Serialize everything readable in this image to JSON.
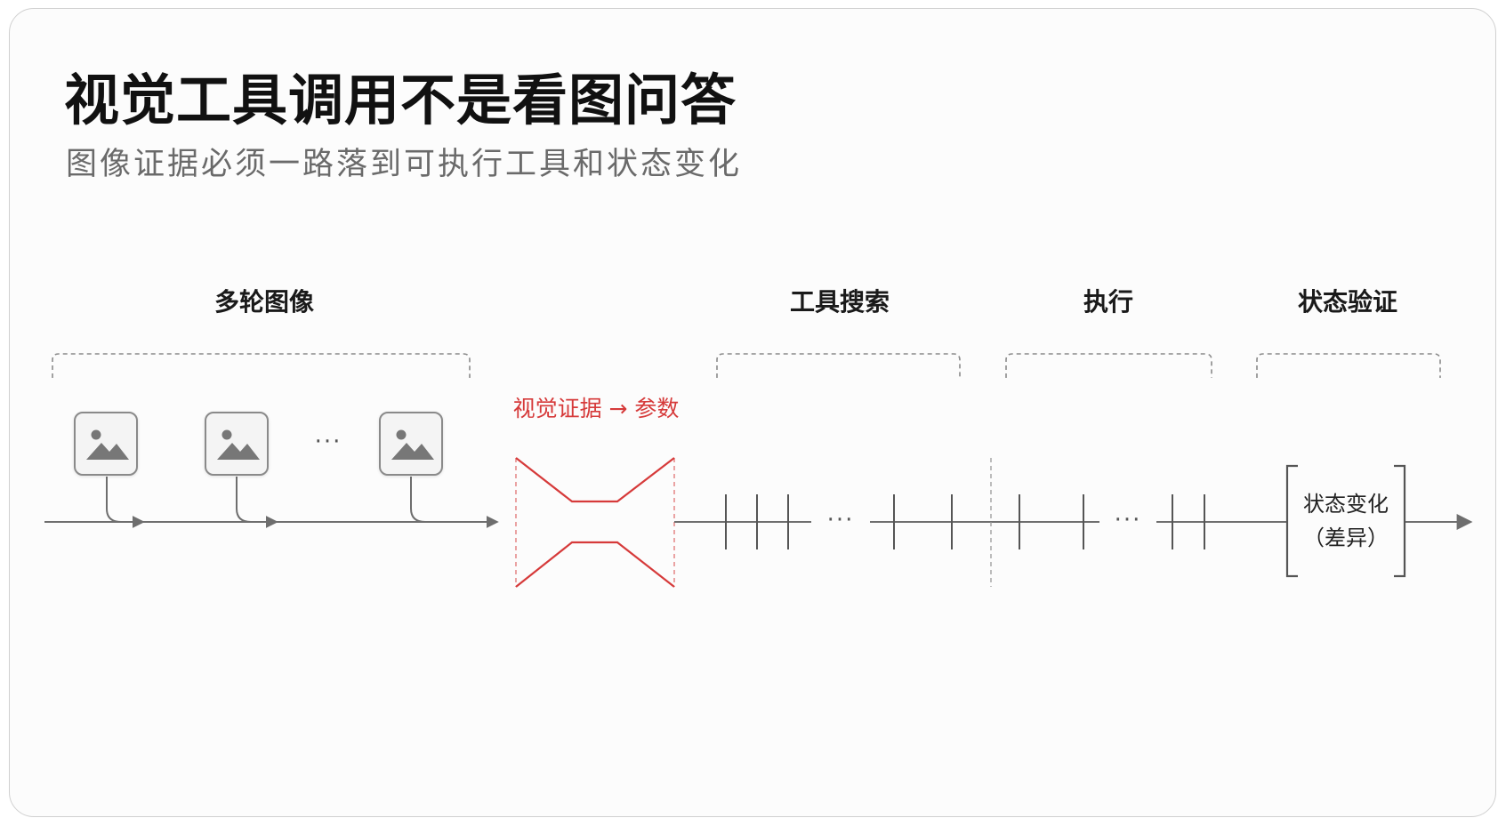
{
  "title": "视觉工具调用不是看图问答",
  "subtitle": "图像证据必须一路落到可执行工具和状态变化",
  "stages": {
    "images": "多轮图像",
    "tool_search": "工具搜索",
    "execute": "执行",
    "verify": "状态验证"
  },
  "bottleneck_label": "视觉证据 → 参数",
  "state_change": {
    "line1": "状态变化",
    "line2": "（差异）"
  },
  "ellipsis": "···",
  "colors": {
    "accent_red": "#d63a3a",
    "line_gray": "#6e6e6e",
    "bracket_gray": "#8a8a8a"
  }
}
